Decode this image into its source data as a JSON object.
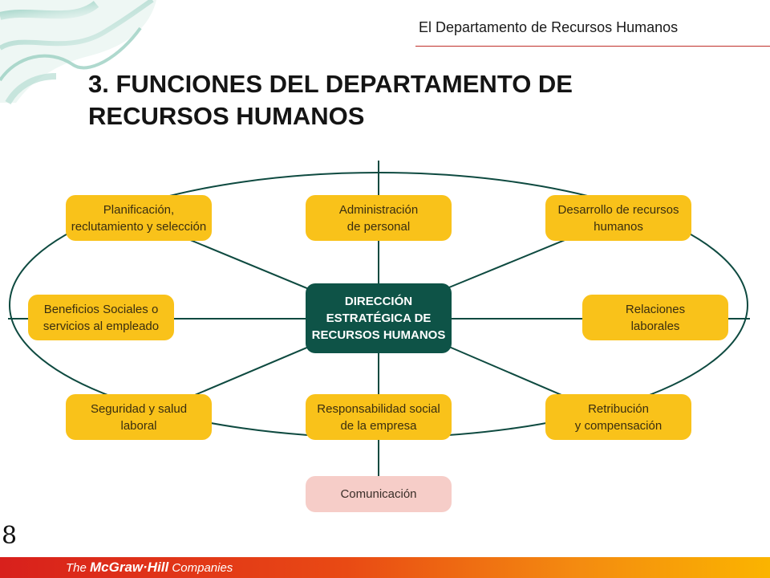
{
  "header": {
    "title": "El Departamento de Recursos Humanos"
  },
  "slide": {
    "title": "3. FUNCIONES DEL DEPARTAMENTO DE RECURSOS HUMANOS",
    "page_number": "8"
  },
  "diagram": {
    "center": "DIRECCIÓN\nESTRATÉGICA DE\nRECURSOS HUMANOS",
    "nodes": {
      "planificacion": "Planificación,\nreclutamiento y selección",
      "administracion": "Administración\nde personal",
      "desarrollo": "Desarrollo de recursos\nhumanos",
      "beneficios": "Beneficios Sociales o\nservicios al empleado",
      "relaciones": "Relaciones\nlaborales",
      "seguridad": "Seguridad y salud\nlaboral",
      "responsabilidad": "Responsabilidad social\nde la empresa",
      "retribucion": "Retribución\ny compensación",
      "comunicacion": "Comunicación"
    },
    "colors": {
      "node": "#f9c21a",
      "center": "#0e5347",
      "communication": "#f6cdc8",
      "line": "#0e4a40"
    }
  },
  "footer": {
    "brand_prefix": "The ",
    "brand_name": "McGraw·Hill",
    "brand_suffix": " Companies"
  }
}
